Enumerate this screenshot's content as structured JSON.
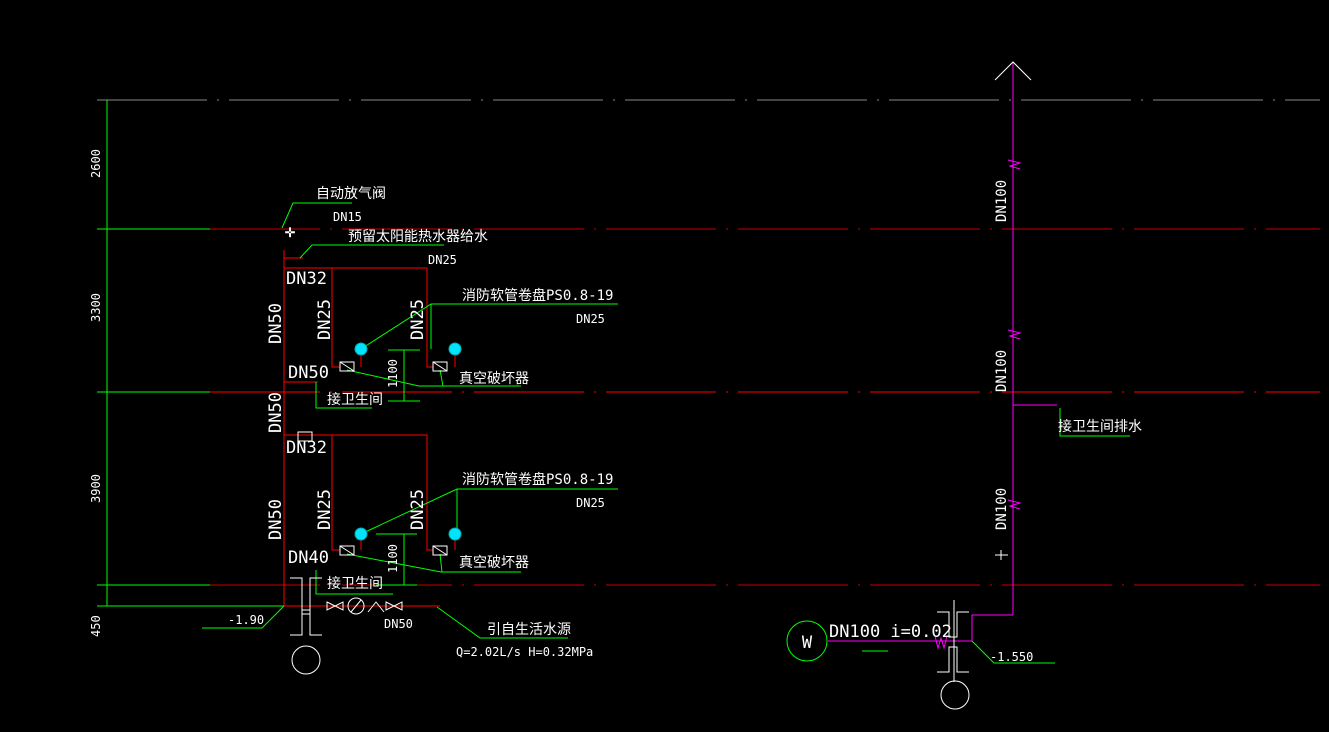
{
  "colors": {
    "background": "#000000",
    "water_pipe": "#ff0000",
    "drain_pipe": "#ff00ff",
    "leader": "#00ff00",
    "reel": "#00e5ff",
    "text": "#ffffff"
  },
  "dimensions": {
    "d1": "2600",
    "d2": "3300",
    "d3": "3900",
    "d4": "450",
    "dim_1100_a": "1100",
    "dim_1100_b": "1100"
  },
  "supply": {
    "air_valve": "自动放气阀",
    "air_valve_size": "DN15",
    "solar_reserve": "预留太阳能热水器给水",
    "solar_size": "DN25",
    "upper": {
      "main_top": "DN32",
      "riser": "DN50",
      "branch_a": "DN25",
      "branch_b": "DN25",
      "reel_label": "消防软管卷盘PS0.8-19",
      "reel_size": "DN25",
      "bottom": "DN50",
      "vacuum_breaker": "真空破坏器",
      "to_toilet": "接卫生间"
    },
    "middle_riser": "DN50",
    "lower": {
      "main_top": "DN32",
      "riser": "DN50",
      "branch_a": "DN25",
      "branch_b": "DN25",
      "reel_label": "消防软管卷盘PS0.8-19",
      "reel_size": "DN25",
      "bottom": "DN40",
      "vacuum_breaker": "真空破坏器",
      "to_toilet": "接卫生间"
    },
    "elevation": "-1.90",
    "inlet_size": "DN50",
    "source": "引自生活水源",
    "flow": "Q=2.02L/s H=0.32MPa"
  },
  "drain": {
    "size_1": "DN100",
    "size_2": "DN100",
    "size_3": "DN100",
    "toilet_drain": "接卫生间排水",
    "symbol": "W",
    "outlet": "DN100 i=0.02",
    "elevation": "-1.550"
  }
}
